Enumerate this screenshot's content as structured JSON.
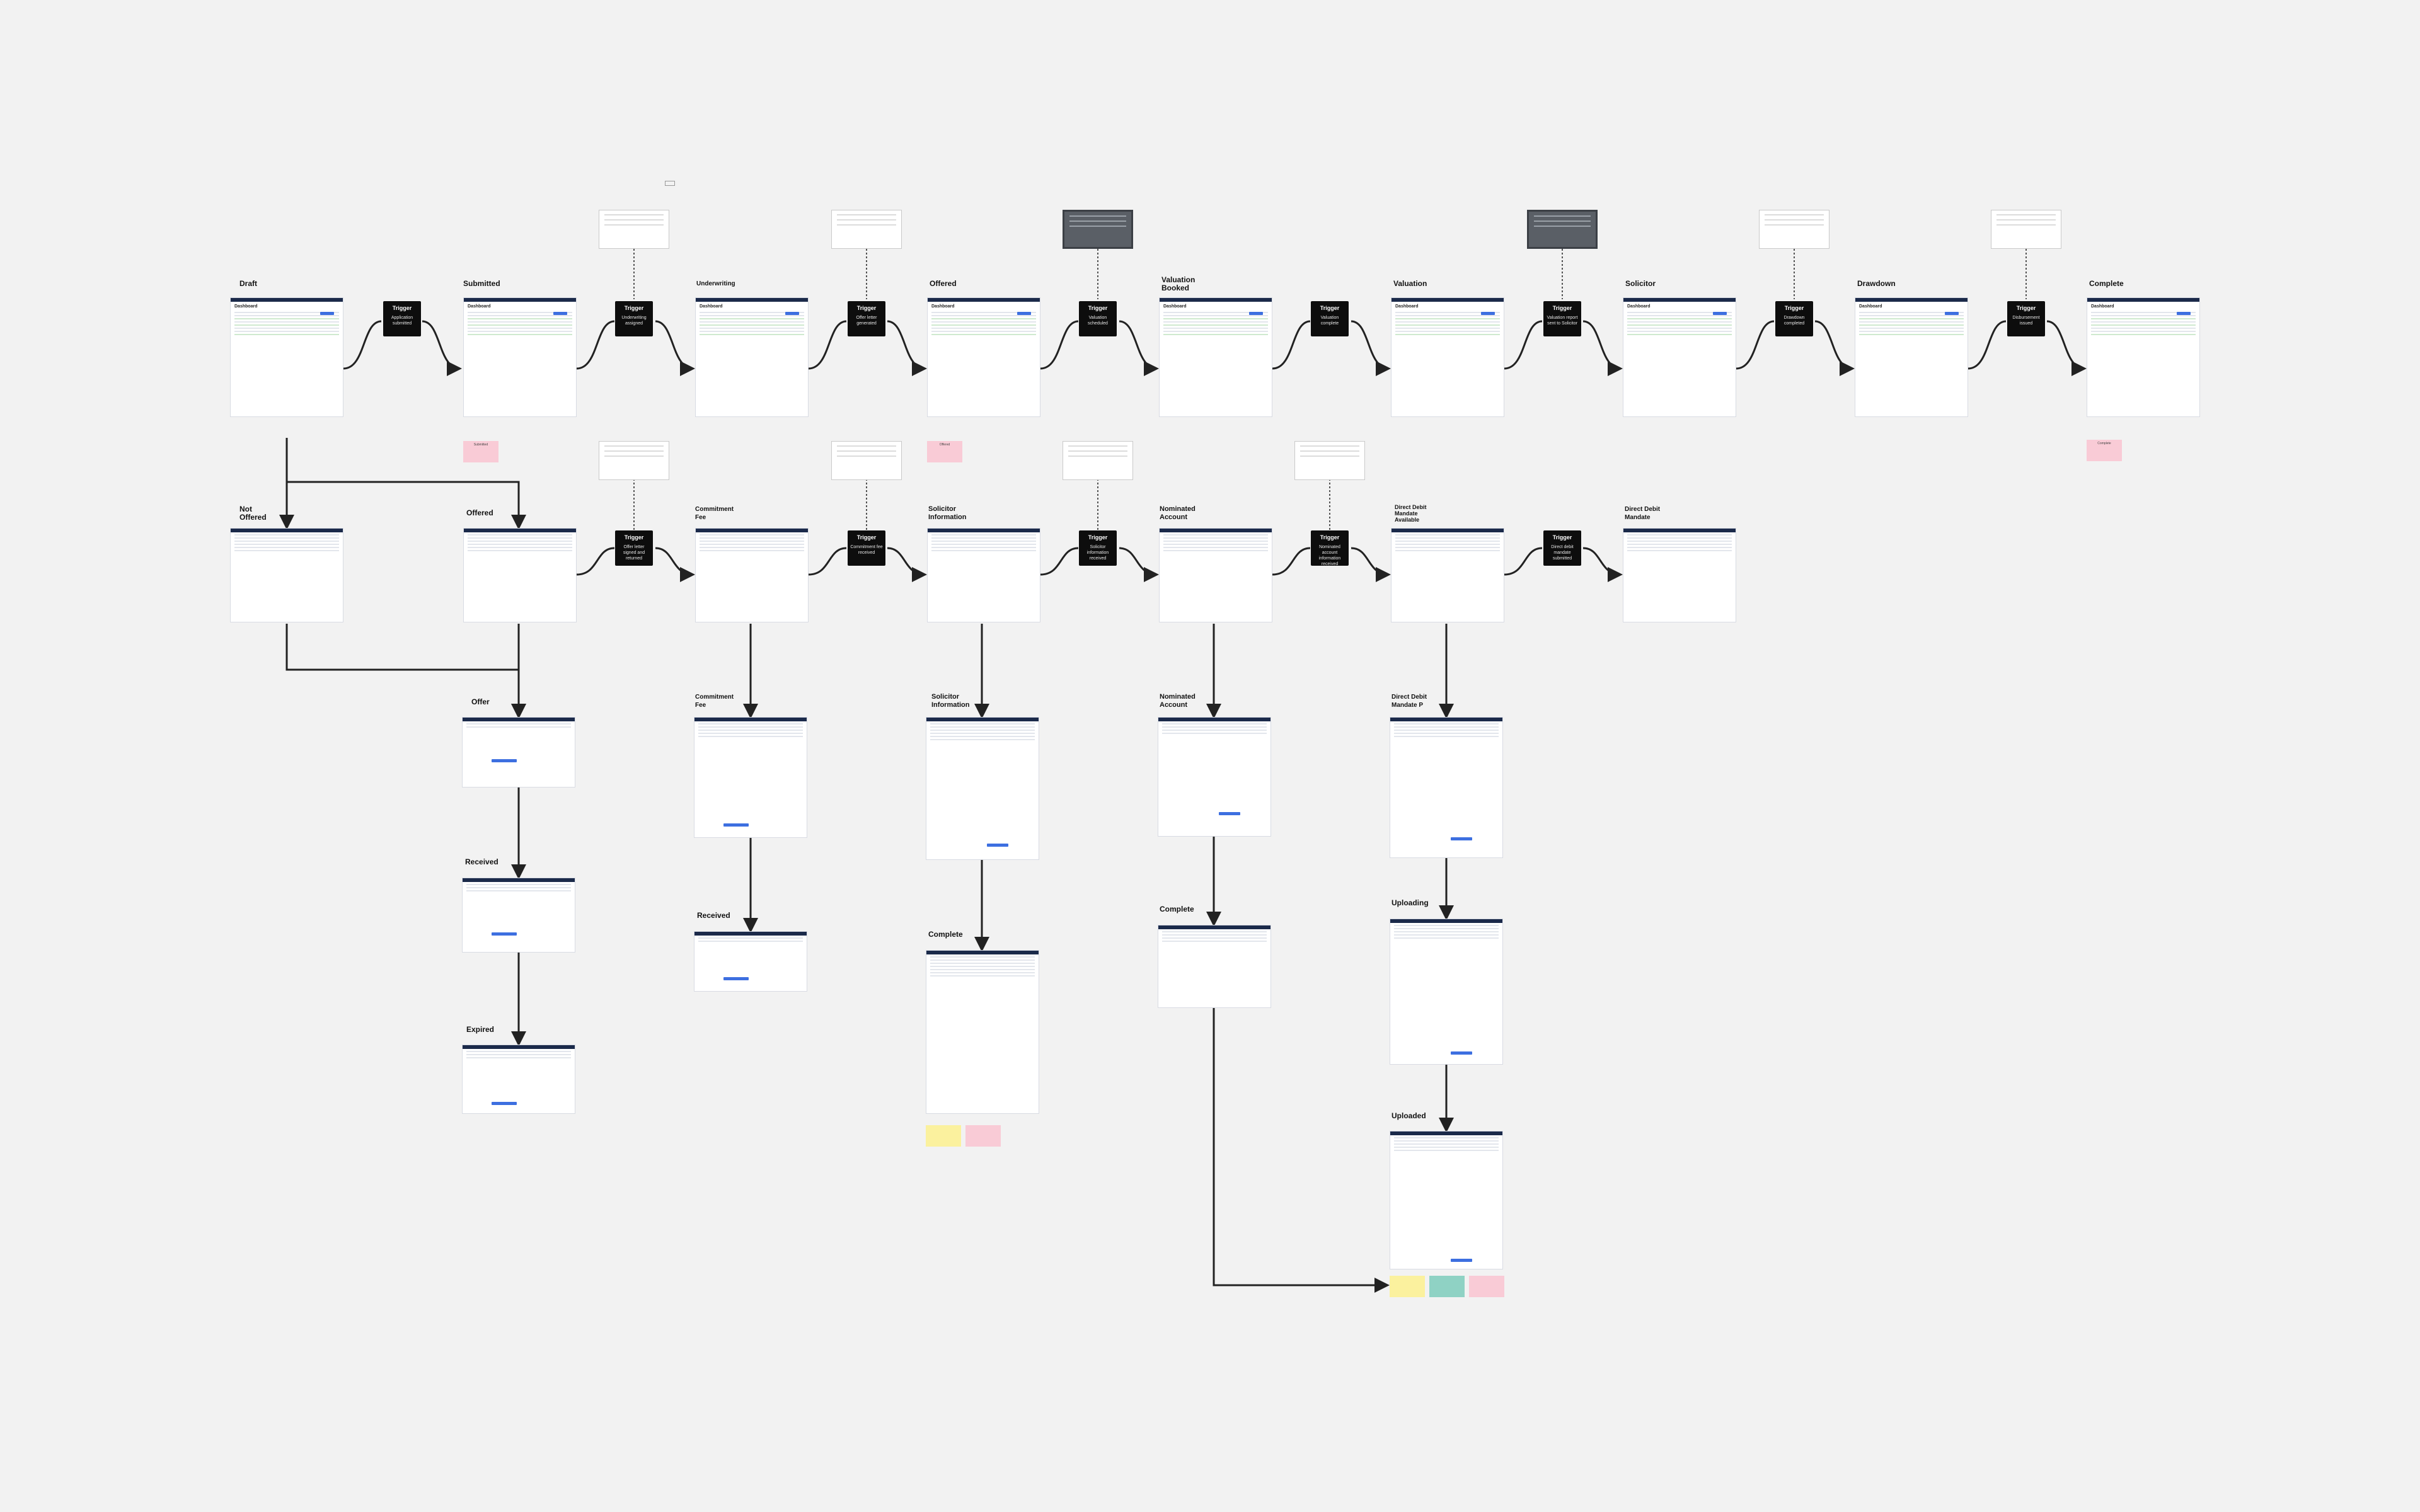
{
  "colors": {
    "canvas": "#f2f2f2",
    "trigger": "#0d0d0d",
    "app_bar": "#1b2a4a",
    "primary": "#3d6fe0",
    "note_pink": "#f9cbd6",
    "note_yellow": "#fbf19e",
    "note_green": "#8fd2c4"
  },
  "nodes": {
    "draft": "Draft",
    "submitted": "Submitted",
    "underwriting": "Underwriting",
    "offered_top": "Offered",
    "valuation_booked": "Valuation Booked",
    "valuation": "Valuation",
    "solicitor": "Solicitor",
    "drawdown": "Drawdown",
    "complete_top": "Complete",
    "not_offered": "Not Offered",
    "offered_mid": "Offered",
    "commitment_fee_mid": "Commitment Fee",
    "solicitor_information_mid": "Solicitor Information",
    "nominated_account_mid": "Nominated Account",
    "direct_debit_mandate_available": "Direct Debit Mandate Available",
    "direct_debit_mandate_mid": "Direct Debit Mandate",
    "offer": "Offer",
    "commitment_fee_low": "Commitment Fee",
    "solicitor_information_low": "Solicitor Information",
    "nominated_account_low": "Nominated Account",
    "direct_debit_mandate_p": "Direct Debit Mandate P",
    "received_offer": "Received",
    "received_fee": "Received",
    "complete_solicitor": "Complete",
    "complete_account": "Complete",
    "uploading": "Uploading",
    "expired": "Expired",
    "uploaded": "Uploaded"
  },
  "screens": {
    "dashboard_title": "Dashboard"
  },
  "triggers": {
    "label": "Trigger",
    "t1": "Application submitted",
    "t2": "Underwriting assigned",
    "t3": "Offer letter generated",
    "t4": "Valuation scheduled",
    "t5": "Valuation complete",
    "t6": "Valuation report sent to Solicitor",
    "t7": "Drawdown completed",
    "t8": "Disbursement issued",
    "m1": "Offer letter signed and returned",
    "m2": "Commitment fee received",
    "m3": "Solicitor information received",
    "m4": "Nominated account information received",
    "m5": "Direct debit mandate submitted"
  },
  "notes": {
    "pink_submitted": "Submitted",
    "pink_offered": "Offered",
    "pink_complete": "Complete",
    "yellow_solicitor": "",
    "pink_solicitor": "",
    "yellow_uploaded": "",
    "green_uploaded": "",
    "pink_uploaded": ""
  }
}
